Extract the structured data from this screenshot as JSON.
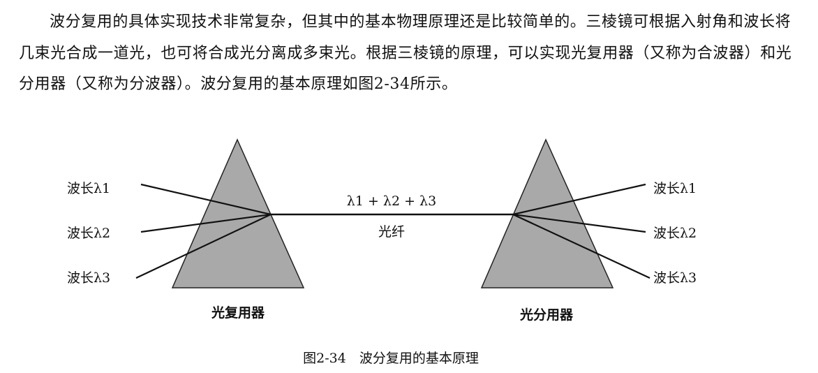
{
  "paragraph": "波分复用的具体实现技术非常复杂，但其中的基本物理原理还是比较简单的。三棱镜可根据入射角和波长将几束光合成一道光，也可将合成光分离成多束光。根据三棱镜的原理，可以实现光复用器（又称为合波器）和光分用器（又称为分波器）。波分复用的基本原理如图2-34所示。",
  "diagram": {
    "inputs": [
      "波长λ1",
      "波长λ2",
      "波长λ3"
    ],
    "outputs": [
      "波长λ1",
      "波长λ2",
      "波长λ3"
    ],
    "combined_label": "λ1 + λ2 + λ3",
    "fiber_label": "光纤",
    "multiplexer_label": "光复用器",
    "demultiplexer_label": "光分用器",
    "prism_color": "#a9a9a9"
  },
  "caption": "图2-34　波分复用的基本原理"
}
